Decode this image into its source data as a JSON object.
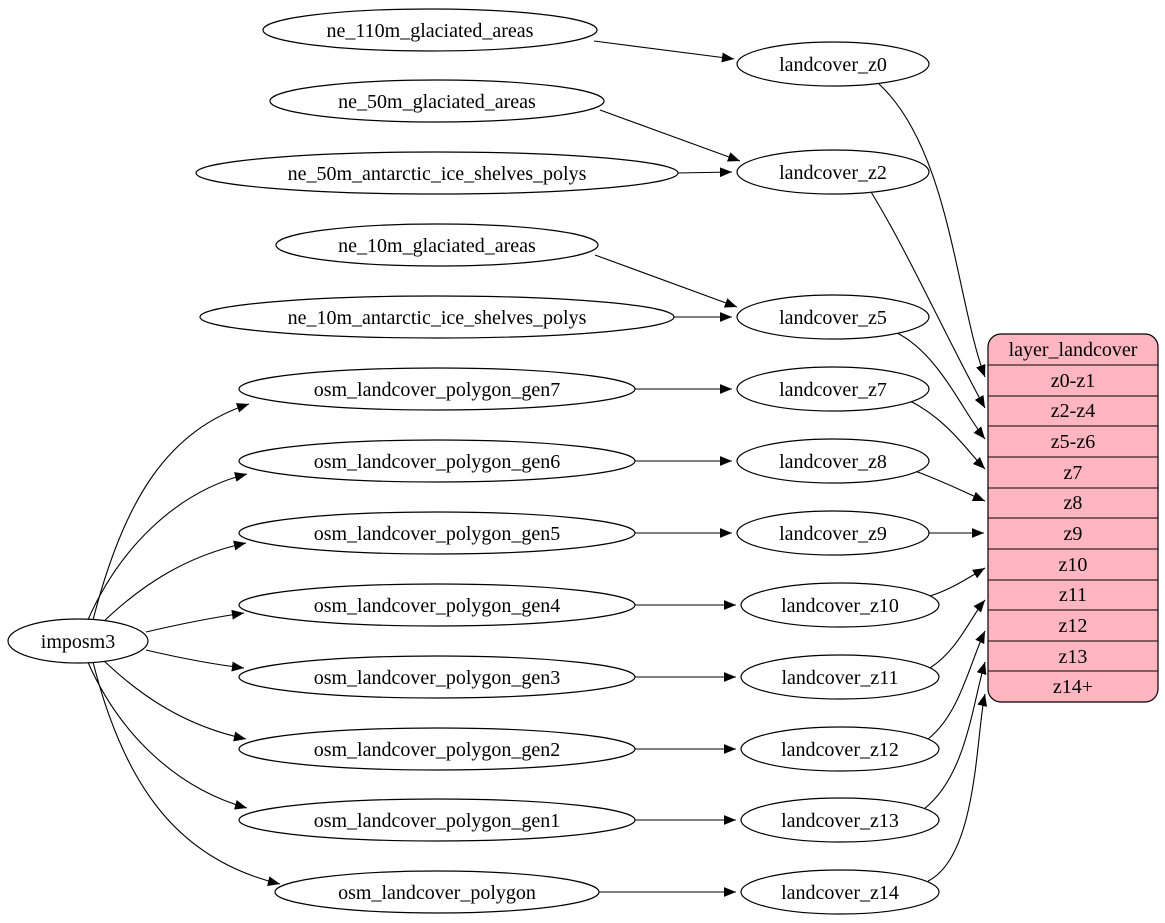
{
  "nodes": {
    "imposm3": "imposm3",
    "sources": [
      "ne_110m_glaciated_areas",
      "ne_50m_glaciated_areas",
      "ne_50m_antarctic_ice_shelves_polys",
      "ne_10m_glaciated_areas",
      "ne_10m_antarctic_ice_shelves_polys",
      "osm_landcover_polygon_gen7",
      "osm_landcover_polygon_gen6",
      "osm_landcover_polygon_gen5",
      "osm_landcover_polygon_gen4",
      "osm_landcover_polygon_gen3",
      "osm_landcover_polygon_gen2",
      "osm_landcover_polygon_gen1",
      "osm_landcover_polygon"
    ],
    "intermediates": [
      "landcover_z0",
      "landcover_z2",
      "landcover_z5",
      "landcover_z7",
      "landcover_z8",
      "landcover_z9",
      "landcover_z10",
      "landcover_z11",
      "landcover_z12",
      "landcover_z13",
      "landcover_z14"
    ],
    "table": {
      "header": "layer_landcover",
      "rows": [
        "z0-z1",
        "z2-z4",
        "z5-z6",
        "z7",
        "z8",
        "z9",
        "z10",
        "z11",
        "z12",
        "z13",
        "z14+"
      ]
    }
  },
  "edges": [
    {
      "from": "imposm3",
      "to": "osm_landcover_polygon_gen7"
    },
    {
      "from": "imposm3",
      "to": "osm_landcover_polygon_gen6"
    },
    {
      "from": "imposm3",
      "to": "osm_landcover_polygon_gen5"
    },
    {
      "from": "imposm3",
      "to": "osm_landcover_polygon_gen4"
    },
    {
      "from": "imposm3",
      "to": "osm_landcover_polygon_gen3"
    },
    {
      "from": "imposm3",
      "to": "osm_landcover_polygon_gen2"
    },
    {
      "from": "imposm3",
      "to": "osm_landcover_polygon_gen1"
    },
    {
      "from": "imposm3",
      "to": "osm_landcover_polygon"
    },
    {
      "from": "ne_110m_glaciated_areas",
      "to": "landcover_z0"
    },
    {
      "from": "ne_50m_glaciated_areas",
      "to": "landcover_z2"
    },
    {
      "from": "ne_50m_antarctic_ice_shelves_polys",
      "to": "landcover_z2"
    },
    {
      "from": "ne_10m_glaciated_areas",
      "to": "landcover_z5"
    },
    {
      "from": "ne_10m_antarctic_ice_shelves_polys",
      "to": "landcover_z5"
    },
    {
      "from": "osm_landcover_polygon_gen7",
      "to": "landcover_z7"
    },
    {
      "from": "osm_landcover_polygon_gen6",
      "to": "landcover_z8"
    },
    {
      "from": "osm_landcover_polygon_gen5",
      "to": "landcover_z9"
    },
    {
      "from": "osm_landcover_polygon_gen4",
      "to": "landcover_z10"
    },
    {
      "from": "osm_landcover_polygon_gen3",
      "to": "landcover_z11"
    },
    {
      "from": "osm_landcover_polygon_gen2",
      "to": "landcover_z12"
    },
    {
      "from": "osm_landcover_polygon_gen1",
      "to": "landcover_z13"
    },
    {
      "from": "osm_landcover_polygon",
      "to": "landcover_z14"
    },
    {
      "from": "landcover_z0",
      "to": "layer_landcover.z0-z1"
    },
    {
      "from": "landcover_z2",
      "to": "layer_landcover.z2-z4"
    },
    {
      "from": "landcover_z5",
      "to": "layer_landcover.z5-z6"
    },
    {
      "from": "landcover_z7",
      "to": "layer_landcover.z7"
    },
    {
      "from": "landcover_z8",
      "to": "layer_landcover.z8"
    },
    {
      "from": "landcover_z9",
      "to": "layer_landcover.z9"
    },
    {
      "from": "landcover_z10",
      "to": "layer_landcover.z10"
    },
    {
      "from": "landcover_z11",
      "to": "layer_landcover.z11"
    },
    {
      "from": "landcover_z12",
      "to": "layer_landcover.z12"
    },
    {
      "from": "landcover_z13",
      "to": "layer_landcover.z13"
    },
    {
      "from": "landcover_z14",
      "to": "layer_landcover.z14+"
    }
  ],
  "colors": {
    "background": "#ffffff",
    "node_fill": "#ffffff",
    "table_fill": "#ffb6c1",
    "stroke": "#000000",
    "text": "#000000"
  }
}
